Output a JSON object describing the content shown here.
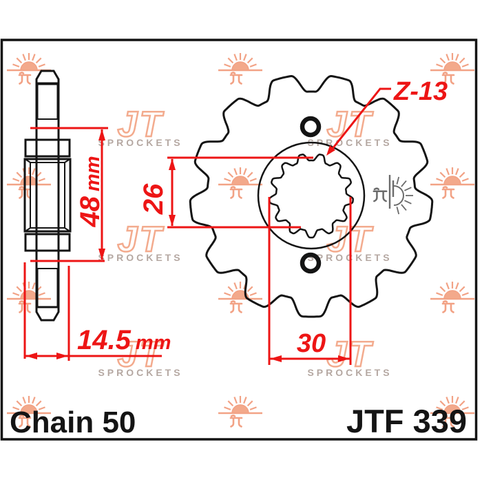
{
  "drawing": {
    "chain_label": "Chain 50",
    "part_number": "JTF 339"
  },
  "dimensions": {
    "overall_width": {
      "value": "48",
      "unit": "mm"
    },
    "bore_diameter": {
      "value": "26"
    },
    "hub_width": {
      "value": "14.5",
      "unit": "mm"
    },
    "spline_diameter": {
      "value": "30"
    },
    "teeth": {
      "label": "Z-13",
      "count": 13
    }
  },
  "watermark": {
    "brand": "JT",
    "subtext": "SPROCKETS"
  },
  "stamp": {
    "icon": "jt-sun-stamp"
  },
  "colors": {
    "dimension_red": "#ed1515",
    "line_black": "#141414",
    "watermark_orange": "#f2a285",
    "watermark_text_gray": "#b5a8a2",
    "stamp_gray": "#6b6b6b",
    "background": "#ffffff"
  }
}
